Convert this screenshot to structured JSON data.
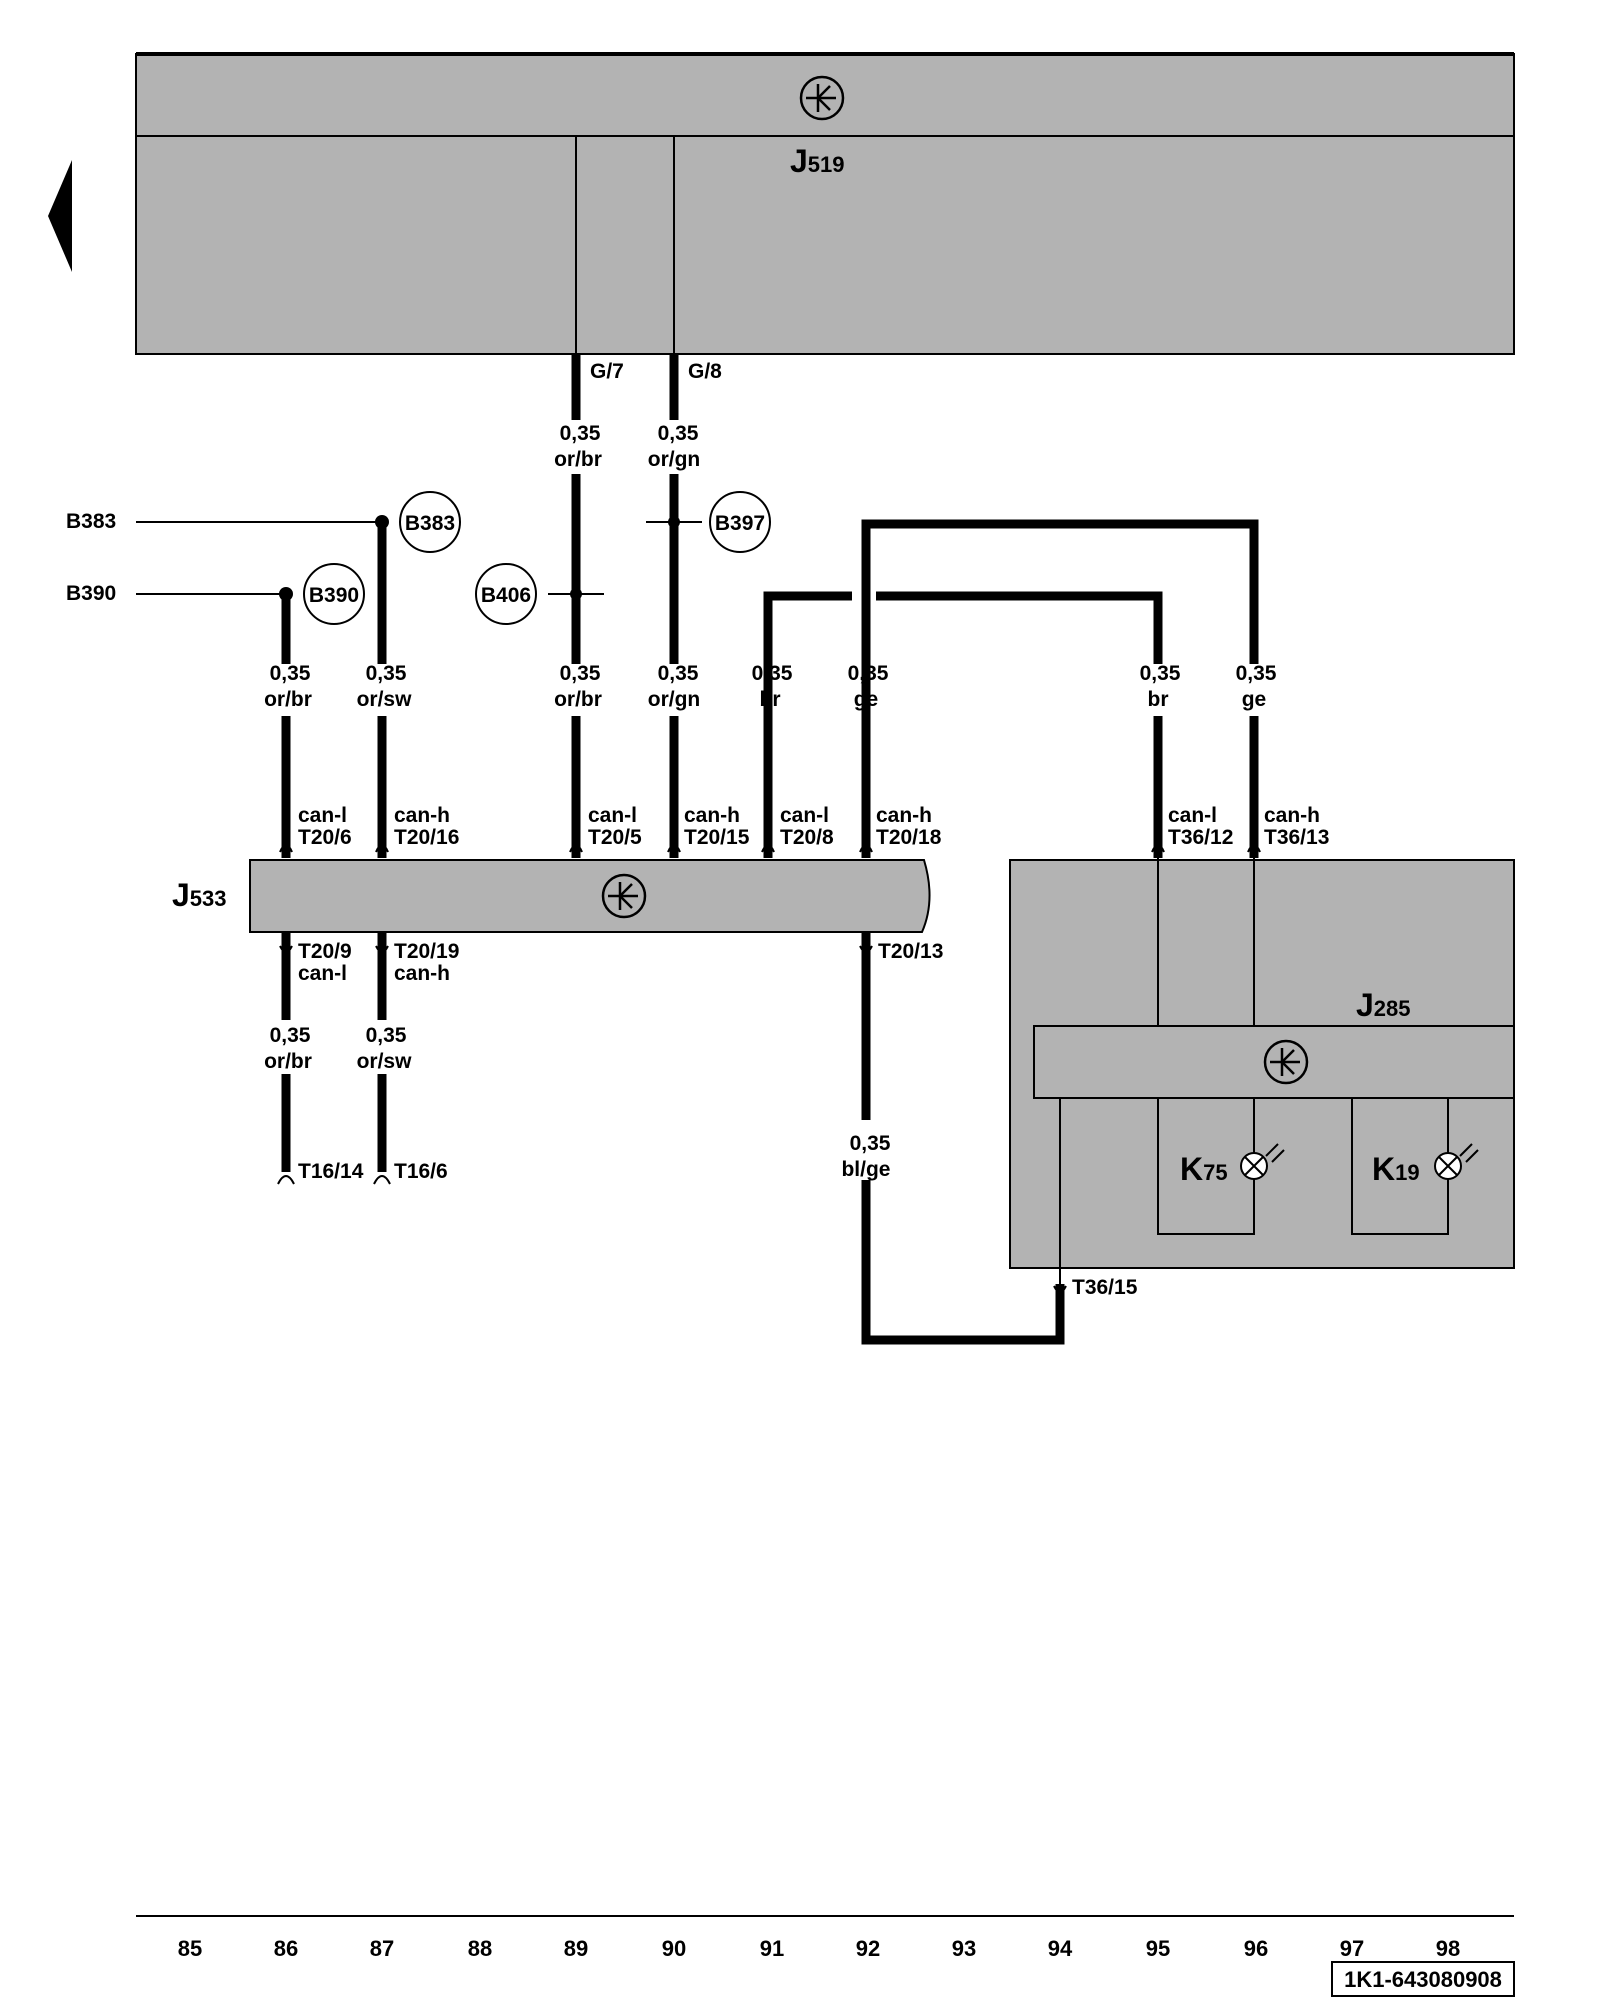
{
  "components": {
    "j519": {
      "letter": "J",
      "num": "519"
    },
    "j533": {
      "letter": "J",
      "num": "533"
    },
    "j285": {
      "letter": "J",
      "num": "285"
    },
    "k75": {
      "letter": "K",
      "num": "75"
    },
    "k19": {
      "letter": "K",
      "num": "19"
    }
  },
  "connectors": {
    "g7": "G/7",
    "g8": "G/8",
    "t20_6": "T20/6",
    "t20_16": "T20/16",
    "t20_5": "T20/5",
    "t20_15": "T20/15",
    "t20_8": "T20/8",
    "t20_18": "T20/18",
    "t20_9": "T20/9",
    "t20_19": "T20/19",
    "t20_13": "T20/13",
    "t16_14": "T16/14",
    "t16_6": "T16/6",
    "t36_12": "T36/12",
    "t36_13": "T36/13",
    "t36_15": "T36/15"
  },
  "signals": {
    "can_l": "can-l",
    "can_h": "can-h"
  },
  "wires": {
    "size": "0,35",
    "colors": {
      "or_br": "or/br",
      "or_gn": "or/gn",
      "or_sw": "or/sw",
      "br": "br",
      "ge": "ge",
      "bl_ge": "bl/ge"
    }
  },
  "references": {
    "b383_left": "B383",
    "b390_left": "B390",
    "b383_circle": "B383",
    "b390_circle": "B390",
    "b406_circle": "B406",
    "b397_circle": "B397"
  },
  "columns": [
    "85",
    "86",
    "87",
    "88",
    "89",
    "90",
    "91",
    "92",
    "93",
    "94",
    "95",
    "96",
    "97",
    "98"
  ],
  "document_number": "1K1-643080908"
}
